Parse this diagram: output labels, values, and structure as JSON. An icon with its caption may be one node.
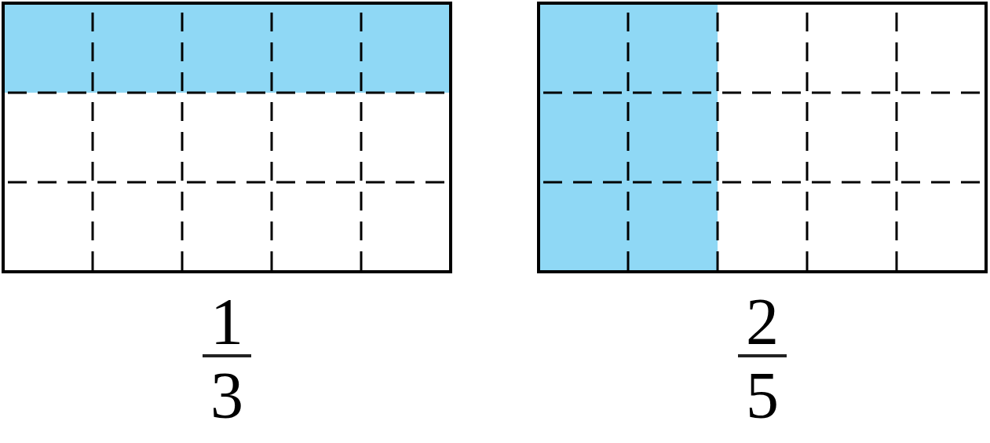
{
  "diagram": {
    "nodes": [
      {
        "text": [],
        "shape": "box",
        "beside": [
          "1",
          "3"
        ]
      },
      {
        "text": [],
        "shape": "box",
        "beside": [
          "2",
          "5"
        ]
      }
    ]
  }
}
